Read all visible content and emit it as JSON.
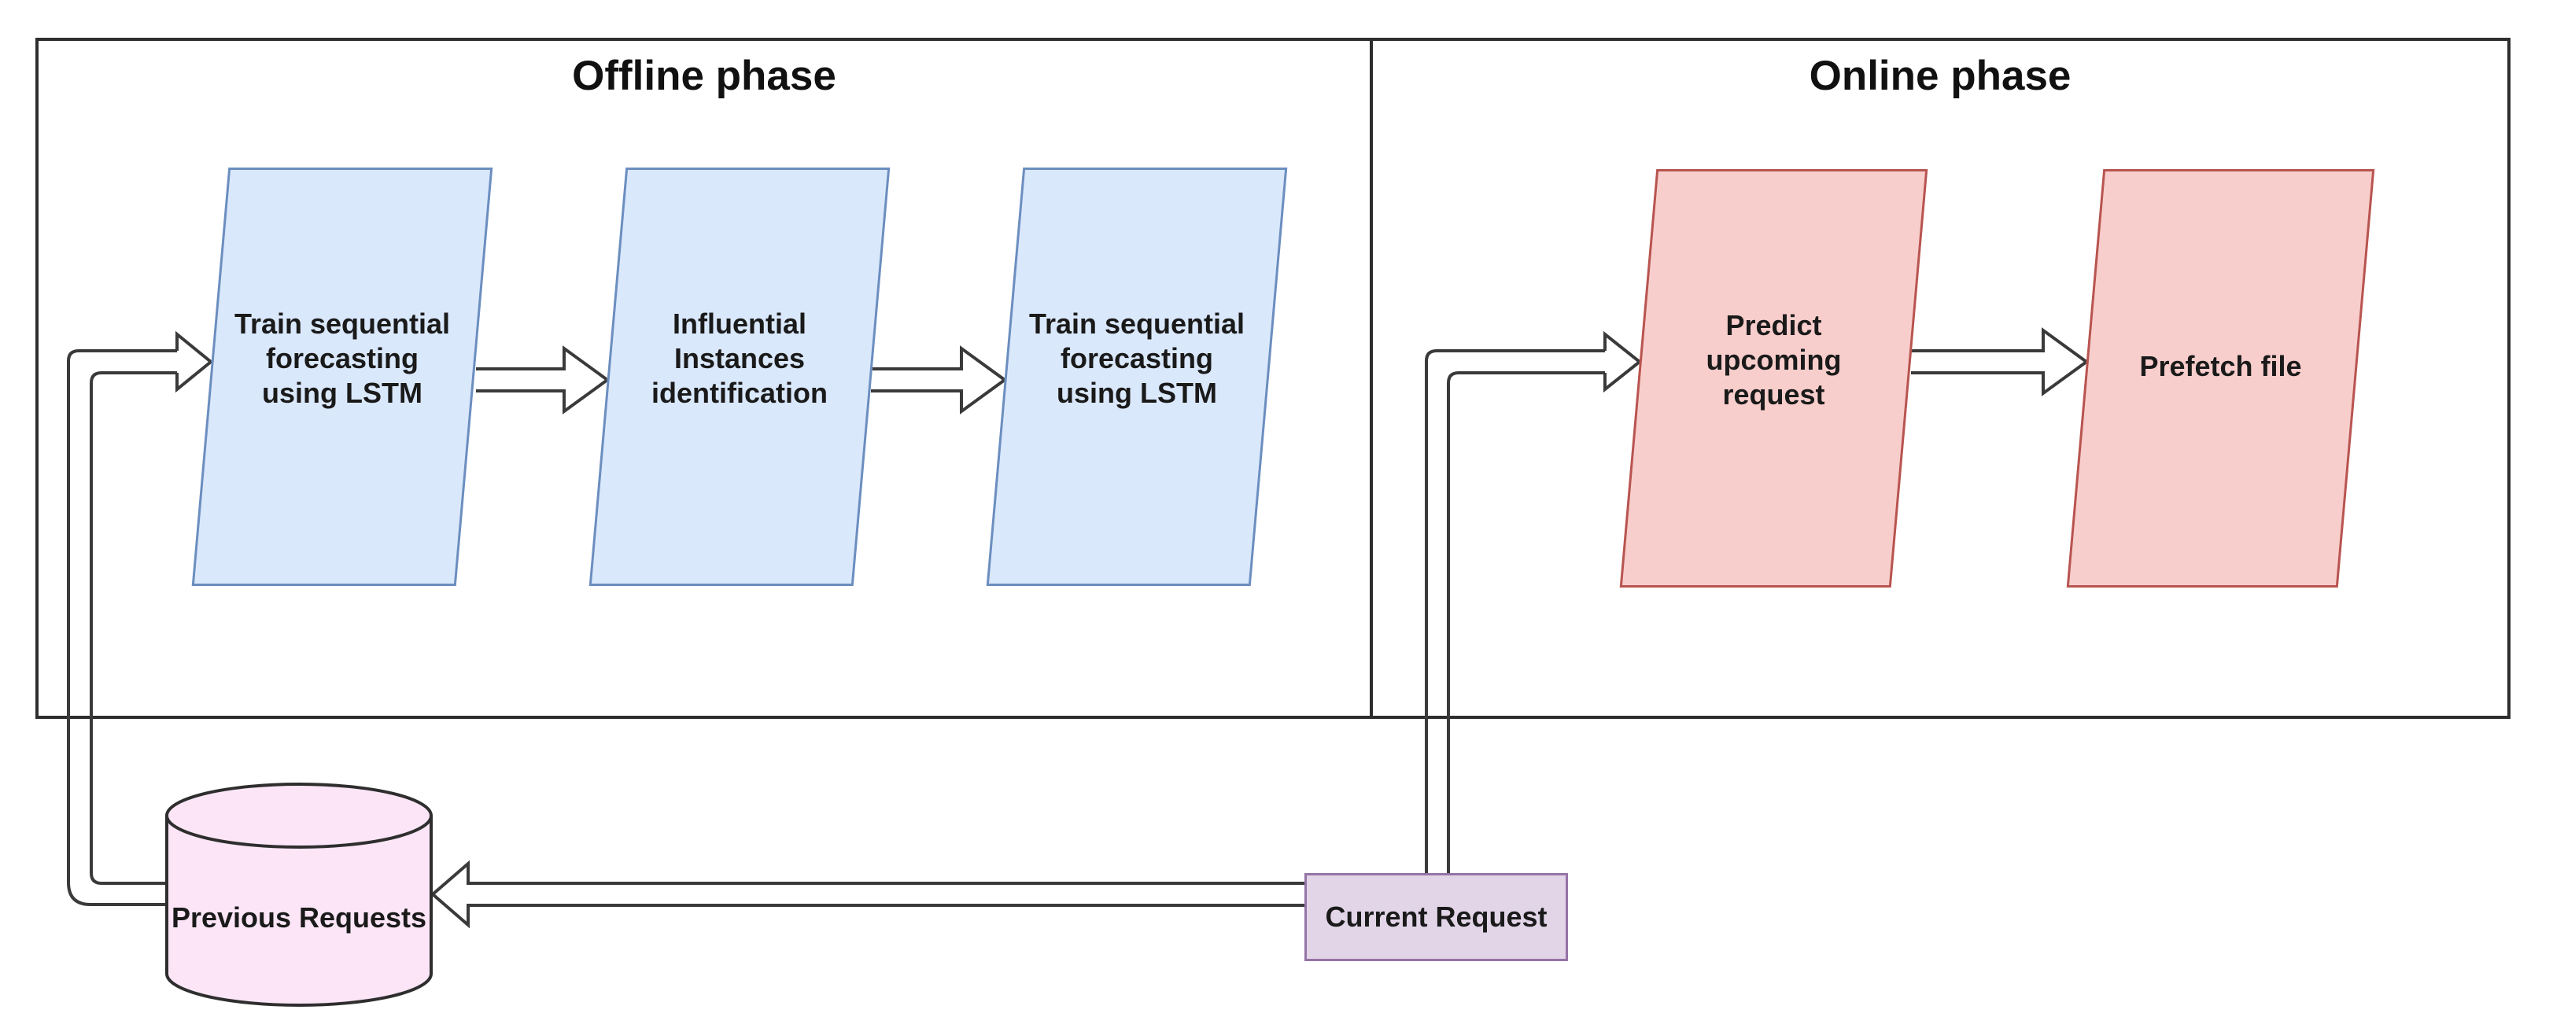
{
  "diagram": {
    "offline_phase": {
      "title": "Offline phase",
      "steps": [
        "Train sequential forecasting using LSTM",
        "Influential Instances identification",
        "Train sequential forecasting using LSTM"
      ]
    },
    "online_phase": {
      "title": "Online phase",
      "steps": [
        "Predict upcoming request",
        "Prefetch file"
      ]
    },
    "database": {
      "label": "Previous Requests"
    },
    "current_request": {
      "label": "Current Request"
    },
    "colors": {
      "offline_node_fill": "#dae8fc",
      "offline_node_border": "#6c8ebf",
      "online_node_fill": "#f8cecc",
      "online_node_border": "#b85450",
      "database_fill": "#fbe5f6",
      "current_request_fill": "#e1d5e7",
      "current_request_border": "#9673a6",
      "line": "#3a3a3a"
    }
  }
}
